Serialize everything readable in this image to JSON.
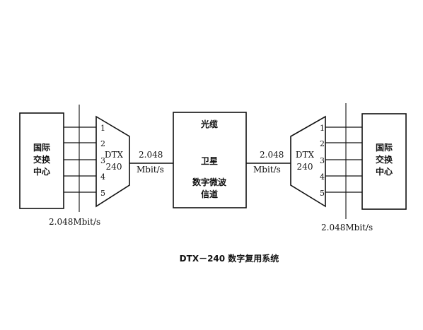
{
  "left_exchange": {
    "line1": "国际",
    "line2": "交换",
    "line3": "中心"
  },
  "right_exchange": {
    "line1": "国际",
    "line2": "交换",
    "line3": "中心"
  },
  "left_mux": {
    "line1": "DTX",
    "line2": "240"
  },
  "right_mux": {
    "line1": "DTX",
    "line2": "240"
  },
  "port_numbers": [
    "1",
    "2",
    "3",
    "4",
    "5"
  ],
  "left_link_rate": {
    "line1": "2.048",
    "line2": "Mbit/s"
  },
  "right_link_rate": {
    "line1": "2.048",
    "line2": "Mbit/s"
  },
  "channel_box": {
    "line1": "光缆",
    "line2": "卫星",
    "line3": "数字微波",
    "line4": "信道"
  },
  "left_tributary_rate": "2.048Mbit/s",
  "right_tributary_rate": "2.048Mbit/s",
  "caption": "DTX－240 数字复用系统"
}
